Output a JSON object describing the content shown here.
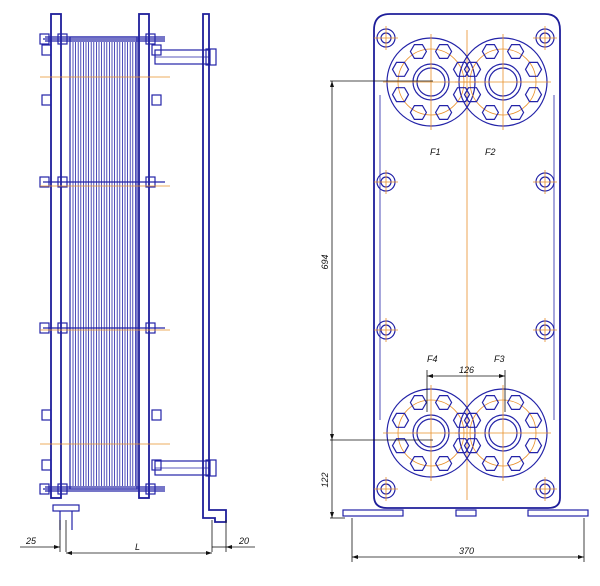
{
  "labels": {
    "f1": "F1",
    "f2": "F2",
    "f3": "F3",
    "f4": "F4"
  },
  "dimensions": {
    "dim_25": "25",
    "dim_l": "L",
    "dim_20": "20",
    "dim_694": "694",
    "dim_122": "122",
    "dim_126": "126",
    "dim_370": "370"
  },
  "colors": {
    "outline": "#2323a8",
    "centerline": "#e8902a",
    "dimension": "#111111"
  }
}
